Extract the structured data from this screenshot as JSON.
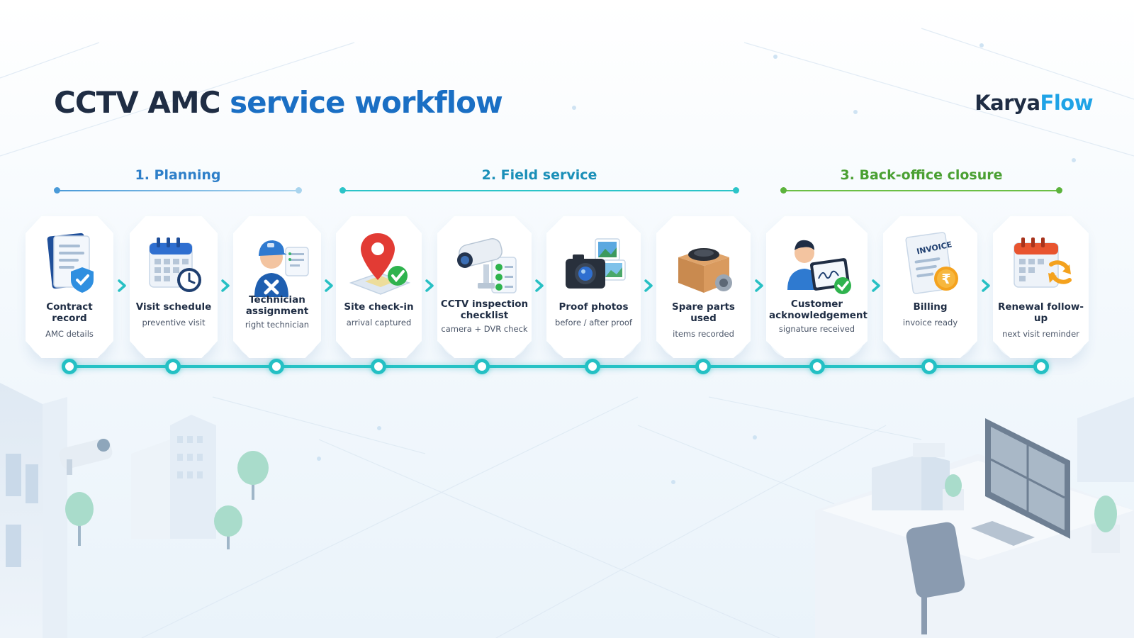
{
  "title": {
    "part1": "CCTV AMC ",
    "part2": "service workflow"
  },
  "brand": {
    "part1": "Karya",
    "part2": "Flow"
  },
  "phases": [
    {
      "label": "1. Planning"
    },
    {
      "label": "2. Field service"
    },
    {
      "label": "3. Back-office closure"
    }
  ],
  "steps": [
    {
      "title": "Contract record",
      "subtitle": "AMC details",
      "icon": "contract-document-icon"
    },
    {
      "title": "Visit schedule",
      "subtitle": "preventive visit",
      "icon": "calendar-clock-icon"
    },
    {
      "title": "Technician assignment",
      "subtitle": "right technician",
      "icon": "technician-icon"
    },
    {
      "title": "Site check-in",
      "subtitle": "arrival captured",
      "icon": "map-pin-check-icon"
    },
    {
      "title": "CCTV inspection checklist",
      "subtitle": "camera + DVR check",
      "icon": "cctv-checklist-icon"
    },
    {
      "title": "Proof photos",
      "subtitle": "before / after proof",
      "icon": "camera-photos-icon"
    },
    {
      "title": "Spare parts used",
      "subtitle": "items recorded",
      "icon": "parts-box-icon"
    },
    {
      "title": "Customer acknowledgement",
      "subtitle": "signature received",
      "icon": "customer-signature-icon"
    },
    {
      "title": "Billing",
      "subtitle": "invoice ready",
      "icon": "invoice-rupee-icon"
    },
    {
      "title": "Renewal follow-up",
      "subtitle": "next visit reminder",
      "icon": "calendar-renew-icon"
    }
  ],
  "invoice_label": "INVOICE",
  "currency_symbol": "₹",
  "colors": {
    "title_dark": "#1f2d44",
    "title_accent": "#1a6fc4",
    "brand_accent": "#1fa3e6",
    "planning": "#2e7fc9",
    "field_service": "#2cc4c8",
    "back_office": "#5cb33c",
    "timeline": "#24c0c4"
  }
}
